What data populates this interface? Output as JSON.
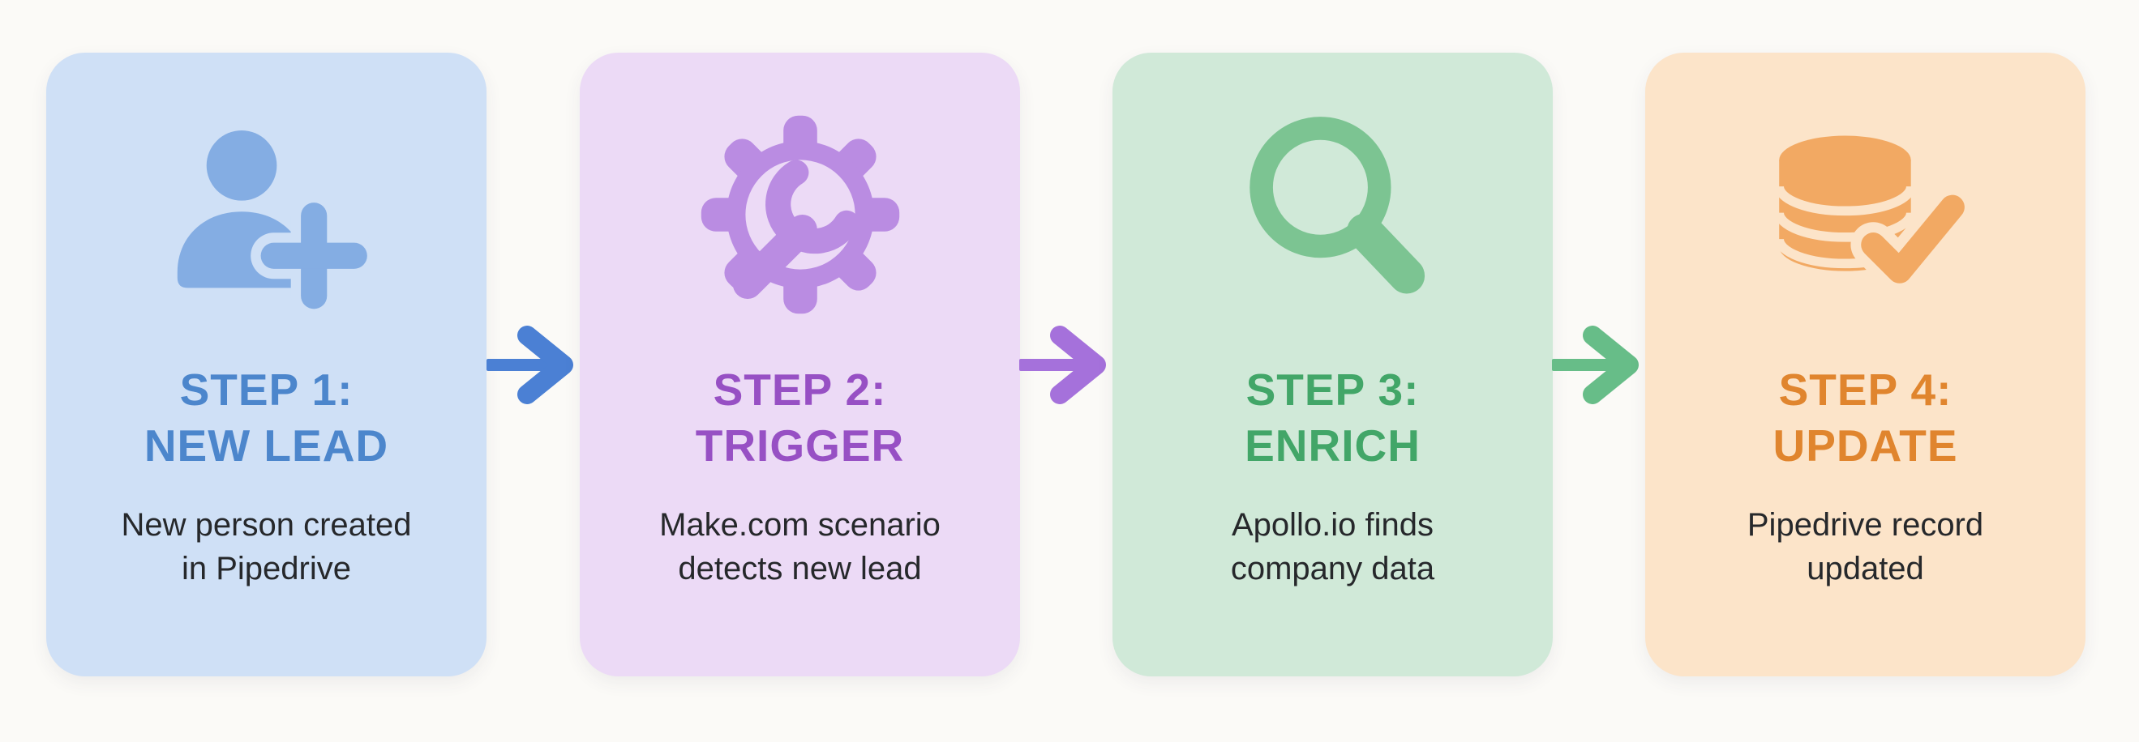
{
  "page": {
    "background": "#fbfaf7",
    "body_text_color": "#26282b"
  },
  "diagram": {
    "steps": [
      {
        "title": "STEP 1:\nNEW LEAD",
        "description": "New person created\nin Pipedrive",
        "icon": "person-add-icon",
        "colors": {
          "card_bg": "#cfe0f6",
          "accent": "#4c86cc",
          "icon": "#84ade3"
        }
      },
      {
        "title": "STEP 2:\nTRIGGER",
        "description": "Make.com scenario\ndetects new lead",
        "icon": "gear-wrench-icon",
        "colors": {
          "card_bg": "#ecdaf6",
          "accent": "#9750c4",
          "icon": "#ba8ce2"
        }
      },
      {
        "title": "STEP 3:\nENRICH",
        "description": "Apollo.io finds\ncompany data",
        "icon": "magnifier-icon",
        "colors": {
          "card_bg": "#d0e9d8",
          "accent": "#42a668",
          "icon": "#7cc492"
        }
      },
      {
        "title": "STEP 4:\nUPDATE",
        "description": "Pipedrive record\nupdated",
        "icon": "database-check-icon",
        "colors": {
          "card_bg": "#fce4c9",
          "accent": "#e0852e",
          "icon": "#f2a963"
        }
      }
    ],
    "arrows": [
      {
        "name": "arrow-right-icon",
        "color": "#4b80d4"
      },
      {
        "name": "arrow-right-icon",
        "color": "#a571db"
      },
      {
        "name": "arrow-right-icon",
        "color": "#67bd88"
      }
    ]
  }
}
